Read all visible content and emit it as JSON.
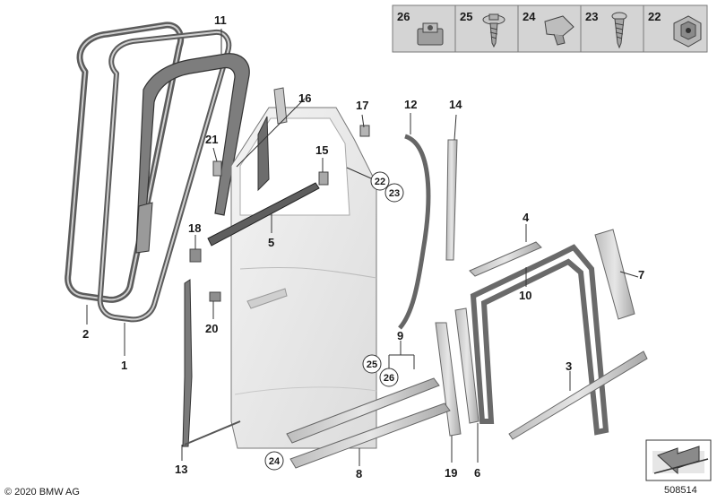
{
  "diagram": {
    "header_parts": [
      "26",
      "25",
      "24",
      "23",
      "22"
    ],
    "callouts": {
      "c1": "1",
      "c2": "2",
      "c3": "3",
      "c4": "4",
      "c5": "5",
      "c6": "6",
      "c7": "7",
      "c8": "8",
      "c9": "9",
      "c10": "10",
      "c11": "11",
      "c12": "12",
      "c13": "13",
      "c14": "14",
      "c15": "15",
      "c16": "16",
      "c17": "17",
      "c18": "18",
      "c19": "19",
      "c20": "20",
      "c21": "21"
    },
    "circled": {
      "c22": "22",
      "c23": "23",
      "c24": "24",
      "c25": "25",
      "c26": "26"
    }
  },
  "footer": {
    "copyright": "© 2020 BMW AG",
    "doc_number": "508514"
  }
}
